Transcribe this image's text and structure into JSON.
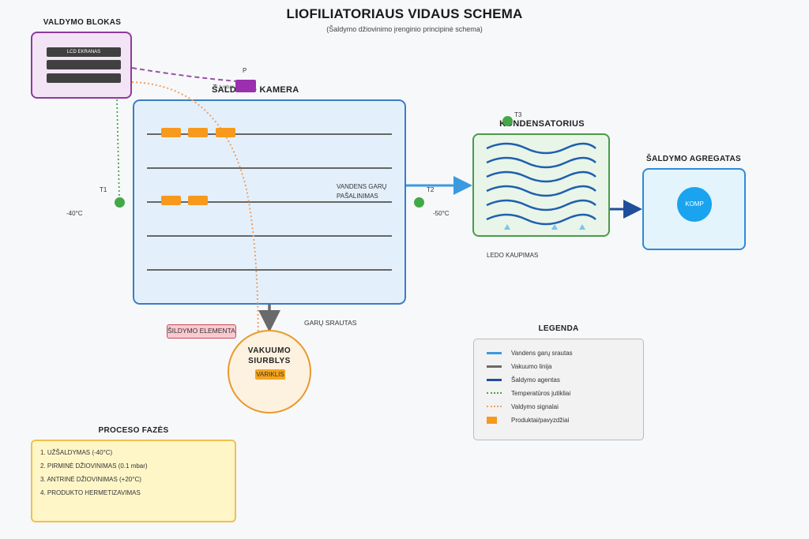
{
  "header": {
    "title": "LIOFILIATORIAUS VIDAUS SCHEMA",
    "subtitle": "(Šaldymo džiovinimo įrenginio principinė schema)"
  },
  "control_unit": {
    "label": "VALDYMO BLOKAS",
    "lcd_label": "LCD EKRANAS"
  },
  "pressure_sensor": {
    "label": "P",
    "value": "0.1 mbar"
  },
  "chamber": {
    "label": "ŠALDYMO KAMERA",
    "shelves": 5,
    "products_per_shelf": [
      3,
      0,
      2,
      0,
      0
    ],
    "vapor_label_line1": "VANDENS GARŲ",
    "vapor_label_line2": "PAŠALINIMAS"
  },
  "sensors": {
    "t1": {
      "label": "T1",
      "value": "-40°C"
    },
    "t2": {
      "label": "T2",
      "value": "-50°C"
    },
    "t3": {
      "label": "T3"
    }
  },
  "condenser": {
    "label": "KONDENSATORIUS",
    "ice_label": "LEDO KAUPIMAS"
  },
  "refrigeration_unit": {
    "label": "ŠALDYMO AGREGATAS",
    "compressor_label": "KOMP"
  },
  "heater": {
    "label": "ŠILDYMO ELEMENTAI"
  },
  "vapor_flow_label": "GARŲ SRAUTAS",
  "vacuum_pump": {
    "label_line1": "VAKUUMO",
    "label_line2": "SIURBLYS",
    "motor_label": "VARIKLIS"
  },
  "legend": {
    "title": "LEGENDA",
    "items": [
      {
        "label": "Vandens garų srautas",
        "style": "solid",
        "color": "#3a9ae0"
      },
      {
        "label": "Vakuumo linija",
        "style": "solid",
        "color": "#6a6a6a"
      },
      {
        "label": "Šaldymo agentas",
        "style": "solid",
        "color": "#1f4e9a"
      },
      {
        "label": "Temperatūros jutikliai",
        "style": "dotted",
        "color": "#43a847"
      },
      {
        "label": "Valdymo signalai",
        "style": "dotted",
        "color": "#f0a060"
      },
      {
        "label": "Produktai/pavyzdžiai",
        "style": "block",
        "color": "#f7991c"
      }
    ]
  },
  "phases": {
    "title": "PROCESO FAZĖS",
    "items": [
      "1. UŽŠALDYMAS (-40°C)",
      "2. PIRMINĖ DŽIOVINIMAS (0.1 mbar)",
      "3. ANTRINĖ DŽIOVINIMAS (+20°C)",
      "4. PRODUKTO HERMETIZAVIMAS"
    ]
  },
  "colors": {
    "vapor": "#3a9ae0",
    "vacuum": "#6a6a6a",
    "refrigerant": "#1f4e9a",
    "temp_sensor": "#43a847",
    "control_signal": "#f0a060",
    "product": "#f7991c",
    "control_purple": "#9b4fa8"
  }
}
